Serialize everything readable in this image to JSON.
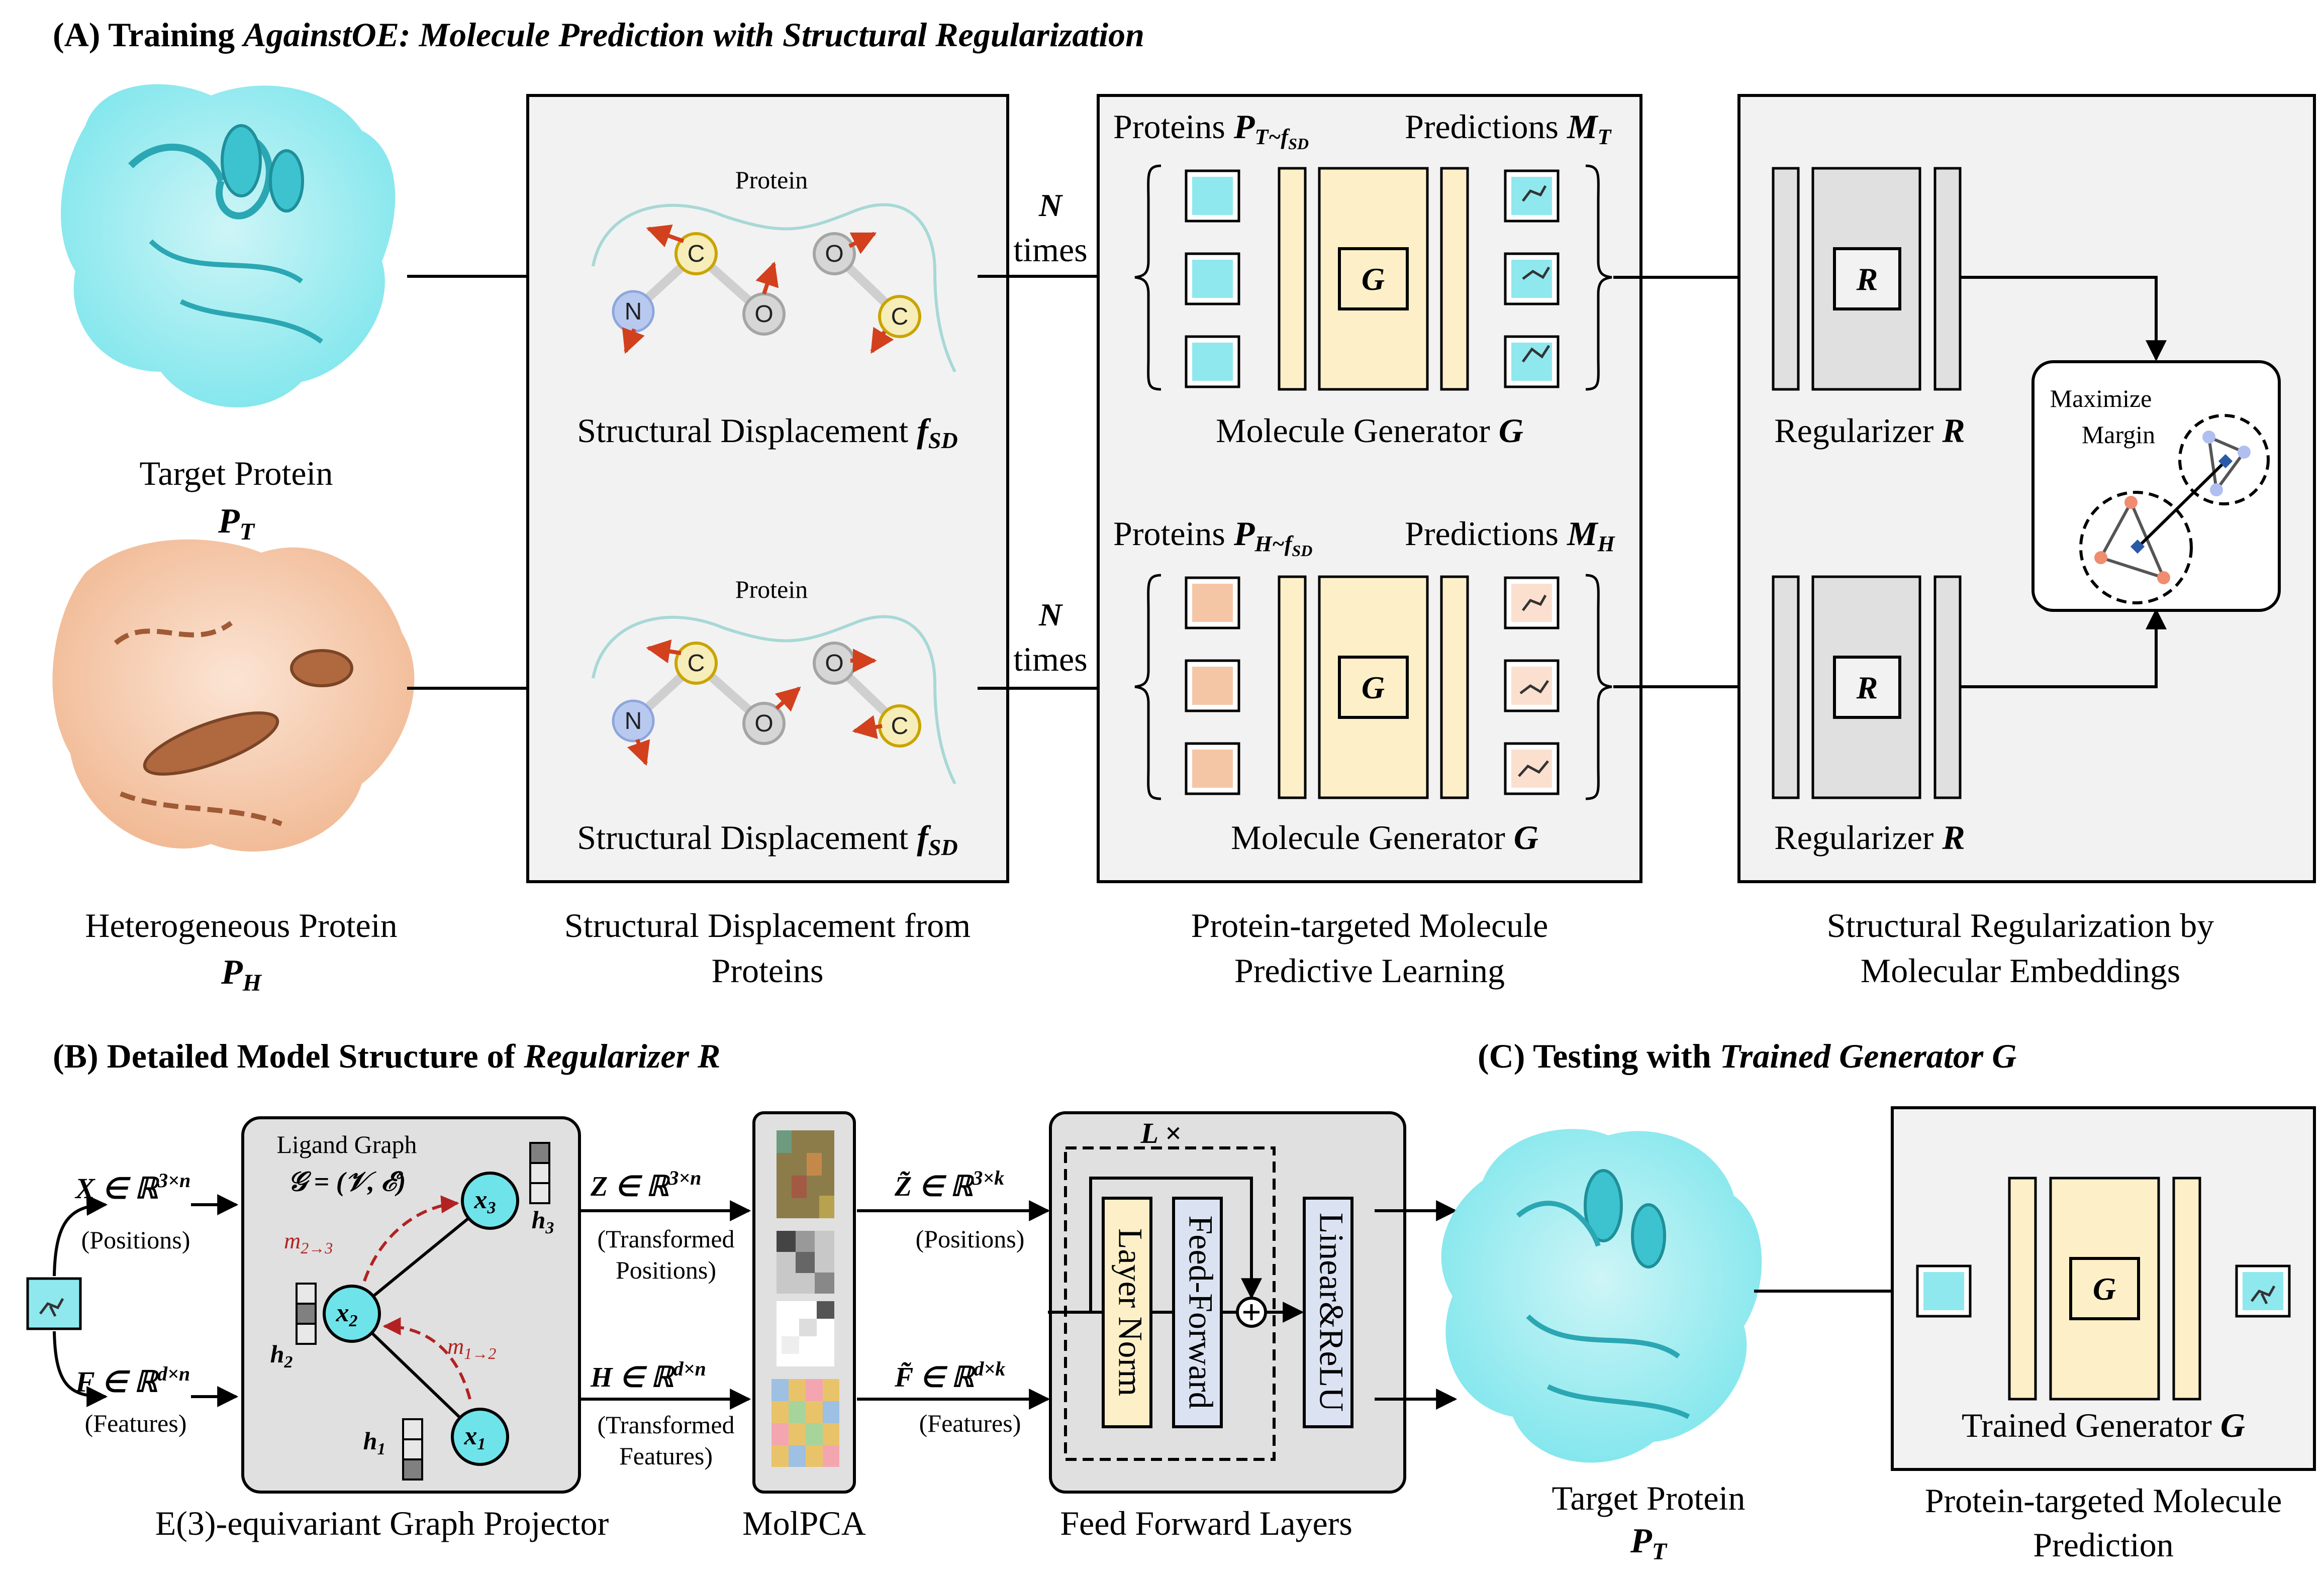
{
  "panelA": {
    "title_prefix": "(A) Training ",
    "title_italic": "AgainstOE: Molecule Prediction with Structural Regularization",
    "target_protein_label": "Target Protein",
    "target_protein_symbol": "P",
    "target_protein_sub": "T",
    "hetero_protein_label": "Heterogeneous Protein",
    "hetero_protein_symbol": "P",
    "hetero_protein_sub": "H",
    "displacement": {
      "protein_label": "Protein",
      "caption": "Structural Displacement ",
      "symbol": "f",
      "symbol_sub": "SD",
      "atoms": [
        "N",
        "C",
        "O",
        "O",
        "C"
      ]
    },
    "n_times": [
      "N",
      "times"
    ],
    "generator": {
      "proteins_label": "Proteins ",
      "proteins_T_sub": "T~f",
      "proteins_H_sub": "H~f",
      "sd_sub": "SD",
      "predictions_label": "Predictions ",
      "m_symbol": "M",
      "m_T_sub": "T",
      "m_H_sub": "H",
      "center": "G",
      "caption": "Molecule Generator ",
      "caption_symbol": "G"
    },
    "regularizer": {
      "center": "R",
      "caption": "Regularizer ",
      "caption_symbol": "R"
    },
    "margin": [
      "Maximize",
      "Margin"
    ],
    "columns": [
      [
        "Structural Displacement from",
        "Proteins"
      ],
      [
        "Protein-targeted Molecule",
        "Predictive Learning"
      ],
      [
        "Structural Regularization by",
        "Molecular Embeddings"
      ]
    ]
  },
  "panelB": {
    "title_prefix": "(B) Detailed Model Structure of ",
    "title_italic": "Regularizer R",
    "x_input": "X ∈ ℝ",
    "x_sup": "3×n",
    "x_note": "(Positions)",
    "f_input": "F ∈ ℝ",
    "f_sup": "d×n",
    "f_note": "(Features)",
    "graph_title": "Ligand Graph",
    "graph_eq": "𝒢 = (𝒱, ℰ)",
    "nodes": [
      "x",
      "x",
      "x"
    ],
    "node_subs": [
      "3",
      "2",
      "1"
    ],
    "h_labels": [
      "h",
      "h",
      "h"
    ],
    "h_subs": [
      "3",
      "2",
      "1"
    ],
    "messages": [
      {
        "base": "m",
        "sub": "2→3"
      },
      {
        "base": "m",
        "sub": "1→2"
      }
    ],
    "z_out": "Z ∈ ℝ",
    "z_sup": "3×n",
    "z_note": [
      "(Transformed",
      "Positions)"
    ],
    "h_out": "H ∈ ℝ",
    "h_sup": "d×n",
    "h_note": [
      "(Transformed",
      "Features)"
    ],
    "zt_out": "Z̃ ∈ ℝ",
    "zt_sup": "3×k",
    "zt_note": "(Positions)",
    "ft_out": "F̃ ∈ ℝ",
    "ft_sup": "d×k",
    "ft_note": "(Features)",
    "layers_label": "L ×",
    "layer_norm": "Layer Norm",
    "feed_forward": "Feed-Forward",
    "linear_relu": "Linear&ReLU",
    "captions": [
      "E(3)-equivariant Graph Projector",
      "MolPCA",
      "Feed Forward Layers"
    ]
  },
  "panelC": {
    "title_prefix": "(C) Testing with ",
    "title_italic": "Trained Generator G",
    "target_label": "Target Protein",
    "target_symbol": "P",
    "target_sub": "T",
    "center": "G",
    "trained_caption": "Trained Generator ",
    "trained_symbol": "G",
    "caption": [
      "Protein-targeted Molecule",
      "Prediction"
    ]
  },
  "colors": {
    "panel_bg": "#f2f2f2",
    "cyan": "#6fe3ea",
    "cyan_light": "#c8f4f6",
    "peach": "#f6c9a9",
    "brown": "#b0683f",
    "cream": "#fdf0c8",
    "gray_block": "#e0e0e0",
    "red_arrow": "#d2401e",
    "message_red": "#b22222",
    "ff_blue": "#dbe3f3"
  }
}
